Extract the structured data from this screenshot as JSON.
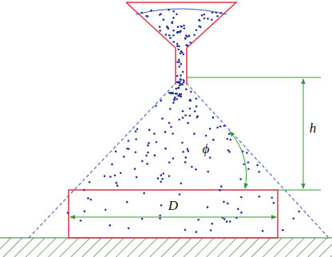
{
  "diagram": {
    "labels": [
      "h",
      "ϕ",
      "D"
    ]
  }
}
